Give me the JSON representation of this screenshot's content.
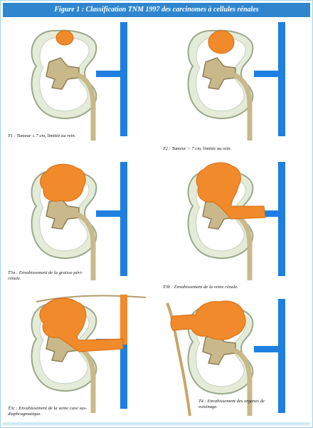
{
  "figure": {
    "title": "Figure 1 : Classification TNM 1997 des carcinomes à cellules rénales"
  },
  "panels": [
    {
      "stage": "T1",
      "caption": "T1 : Tumeur ≤ 7 cm, limitée au rein."
    },
    {
      "stage": "T2",
      "caption": "T2 : Tumeur > 7 cm, limitée au rein."
    },
    {
      "stage": "T3a",
      "caption": "T3a : Envahissement de la graisse péri-rénale."
    },
    {
      "stage": "T3b",
      "caption": "T3b : Envahissement de la veine rénale."
    },
    {
      "stage": "T3c",
      "caption": "T3c : Envahissement de la veine cave sus-diaphragmatique."
    },
    {
      "stage": "T4",
      "caption": "T4 : Envahissement des organes de voisinage."
    }
  ],
  "colors": {
    "header_bg": "#2f86cf",
    "vein": "#1e7fe0",
    "tumor": "#f08a2a",
    "kidney_capsule": "#d9e8d0",
    "pelvis": "#c9b98a"
  }
}
